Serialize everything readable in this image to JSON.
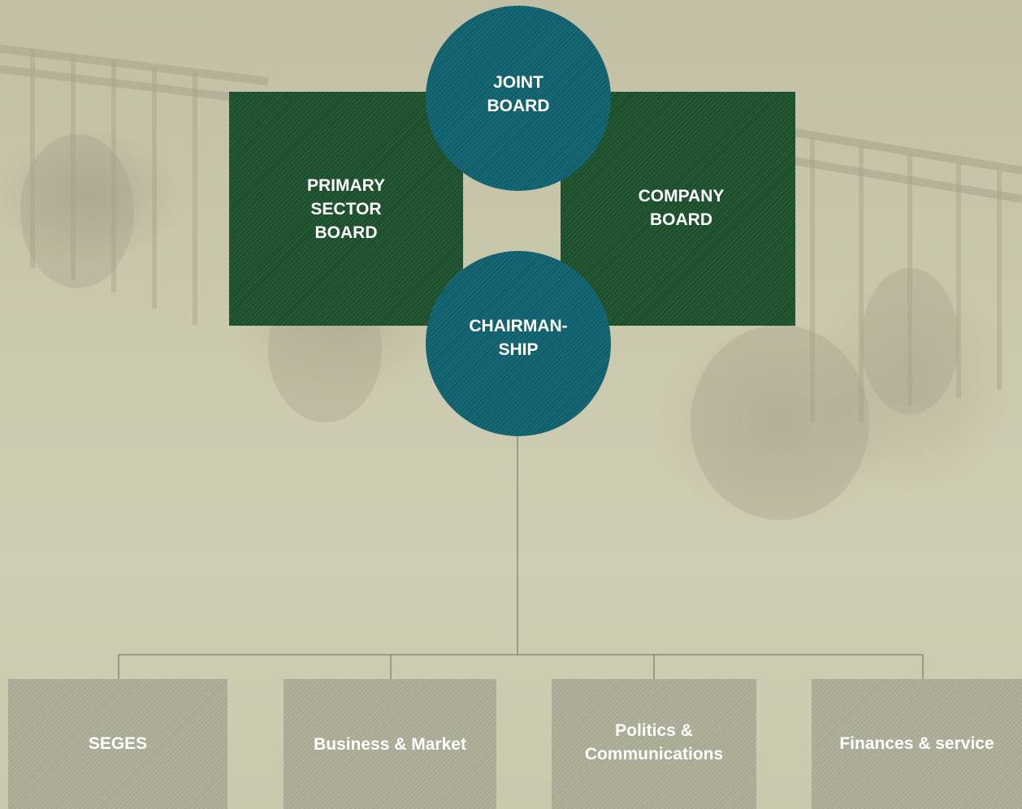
{
  "diagram": {
    "top_circle": {
      "label": "JOINT\nBOARD"
    },
    "left_board": {
      "label": "PRIMARY\nSECTOR\nBOARD"
    },
    "right_board": {
      "label": "COMPANY\nBOARD"
    },
    "center_circle": {
      "label": "CHAIRMAN-\nSHIP"
    },
    "departments": [
      {
        "label": "SEGES"
      },
      {
        "label": "Business & Market"
      },
      {
        "label": "Politics &\nCommunications"
      },
      {
        "label": "Finances & service"
      }
    ]
  },
  "colors": {
    "board_green": "#1b4e2b",
    "circle_teal": "#0e5f6c",
    "department_gray": "#a9a892",
    "connector_line": "#6b6a5c"
  }
}
